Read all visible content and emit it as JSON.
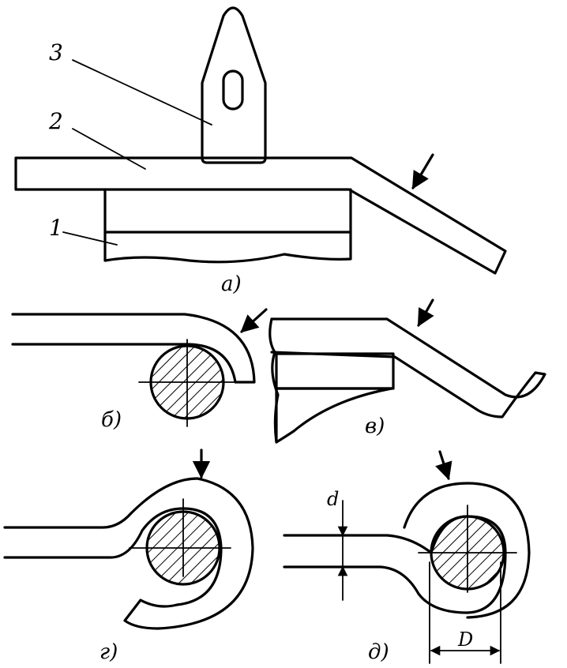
{
  "labels": {
    "part_1": "1",
    "part_2": "2",
    "part_3": "3"
  },
  "captions": {
    "a": "а)",
    "b": "б)",
    "v": "в)",
    "g": "г)",
    "d": "д)"
  },
  "dimensions": {
    "thickness": "d",
    "diameter": "D"
  }
}
